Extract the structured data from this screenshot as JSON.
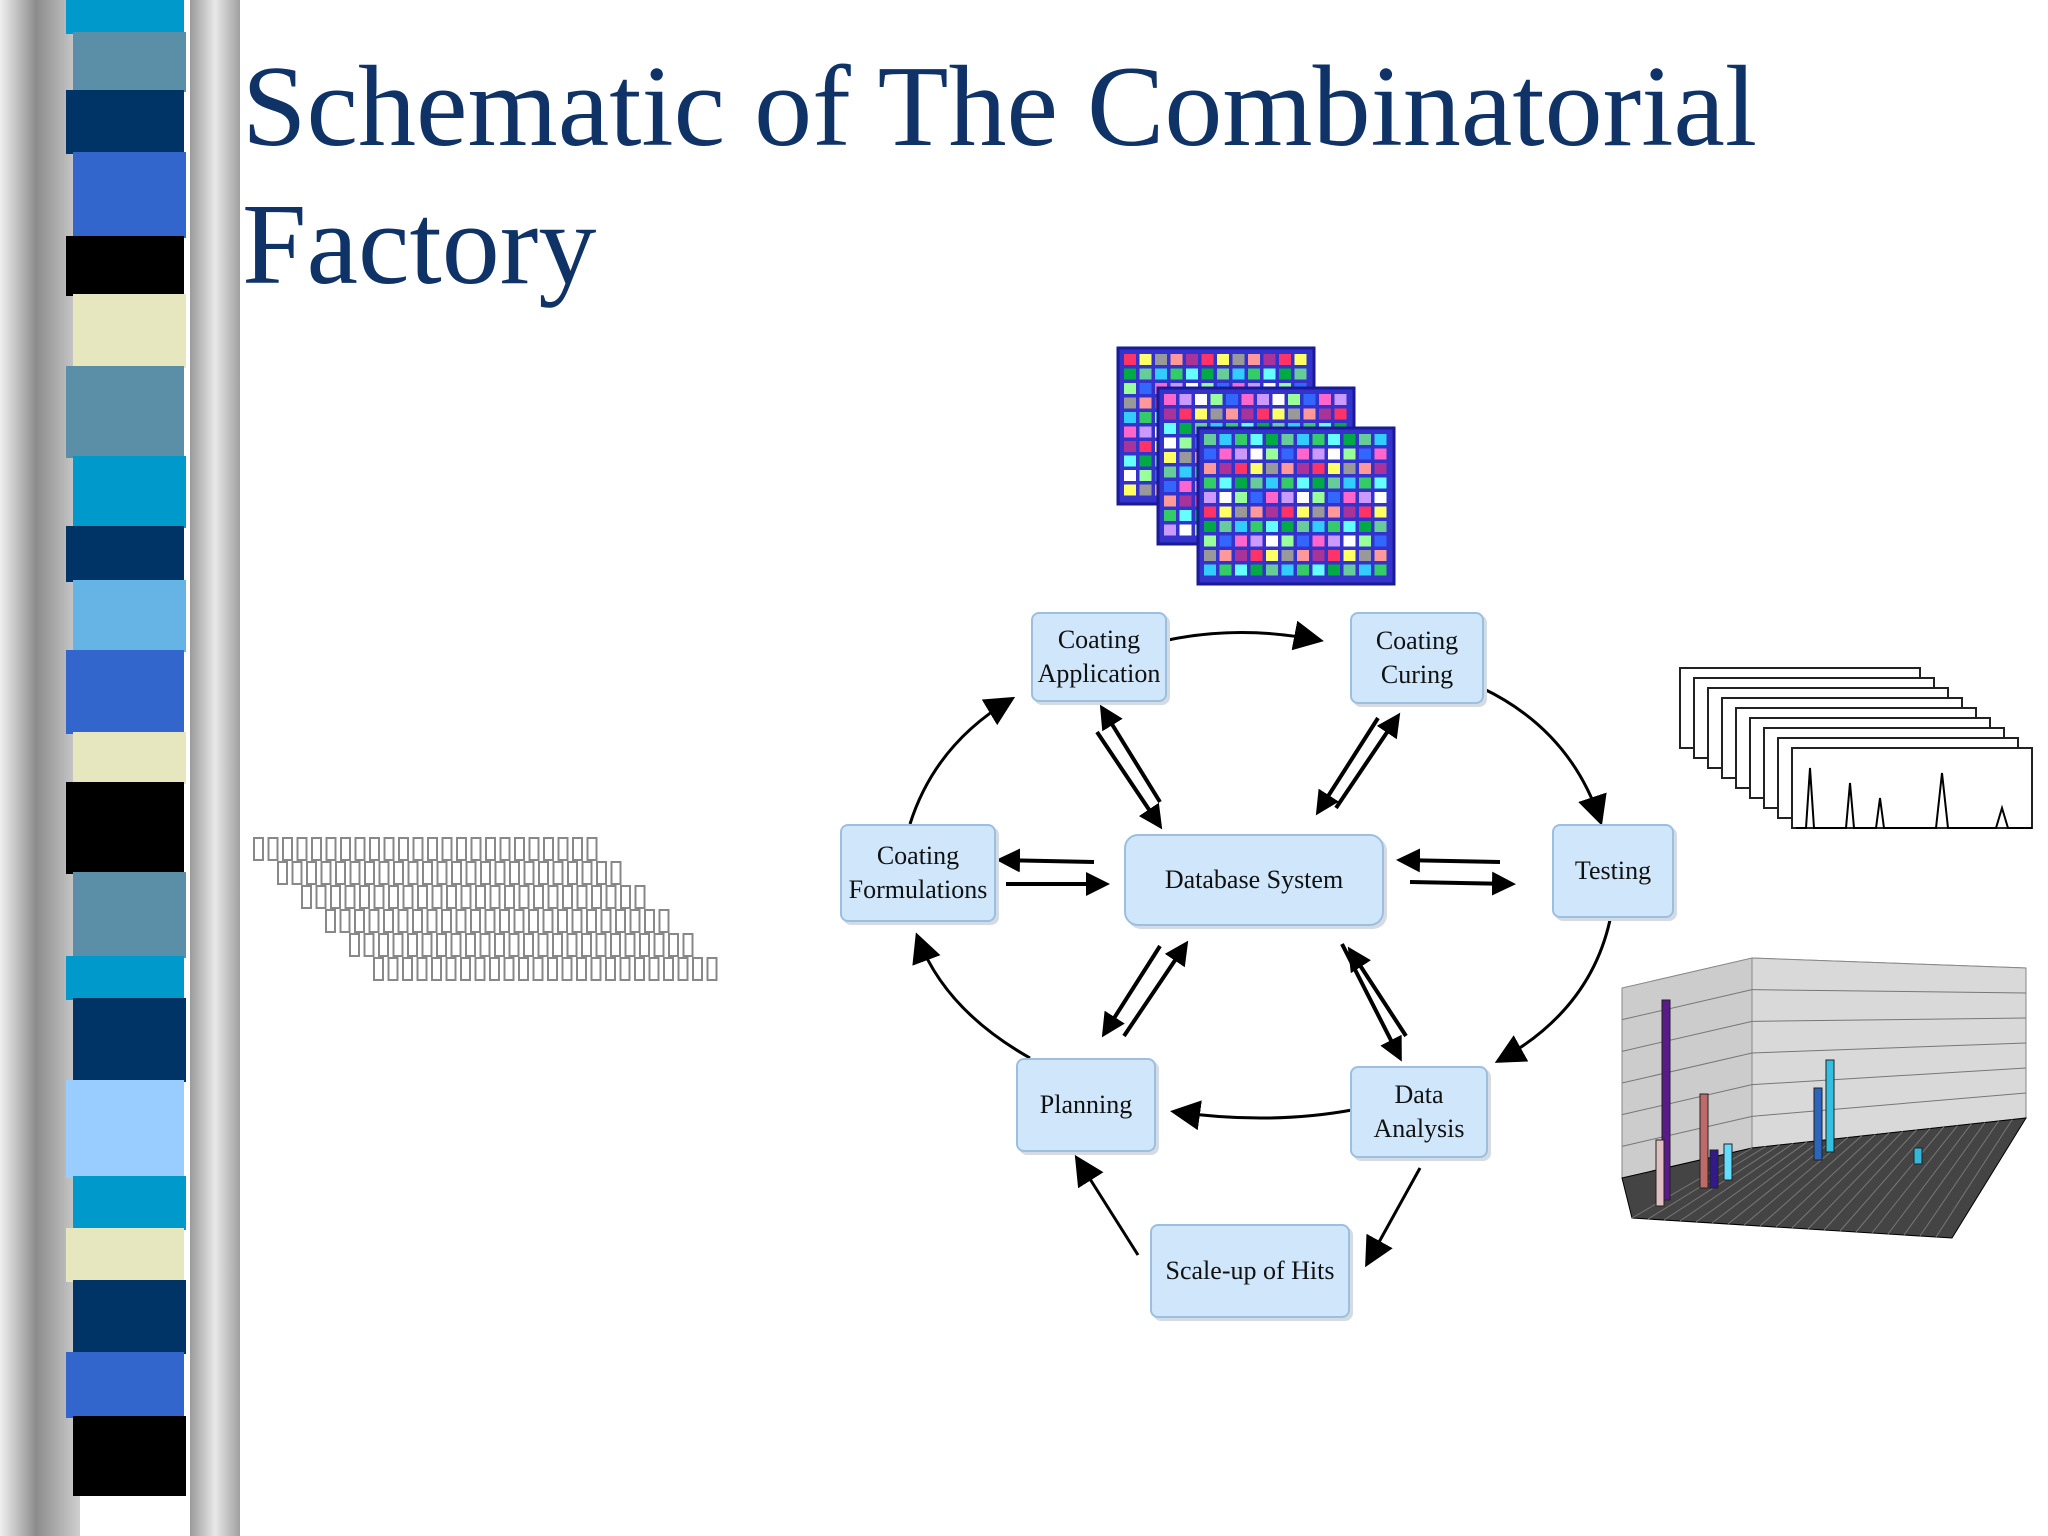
{
  "slide": {
    "title_line1": "Schematic of The Combinatorial",
    "title_line2": "Factory"
  },
  "diagram": {
    "nodes": {
      "coating_application": "Coating\nApplication",
      "coating_curing": "Coating\nCuring",
      "coating_formulations": "Coating\nFormulations",
      "database_system": "Database System",
      "testing": "Testing",
      "planning": "Planning",
      "data_analysis": "Data\nAnalysis",
      "scale_up": "Scale-up of Hits"
    }
  },
  "colors": {
    "title": "#0f3366",
    "node_fill": "#cfe6fb",
    "node_border": "#9dbfdf",
    "stripe_palette": [
      "#0099cc",
      "#5b8fa8",
      "#003366",
      "#3366cc",
      "#000000",
      "#e6e6bf",
      "#66b3e6",
      "#99ccff"
    ]
  }
}
